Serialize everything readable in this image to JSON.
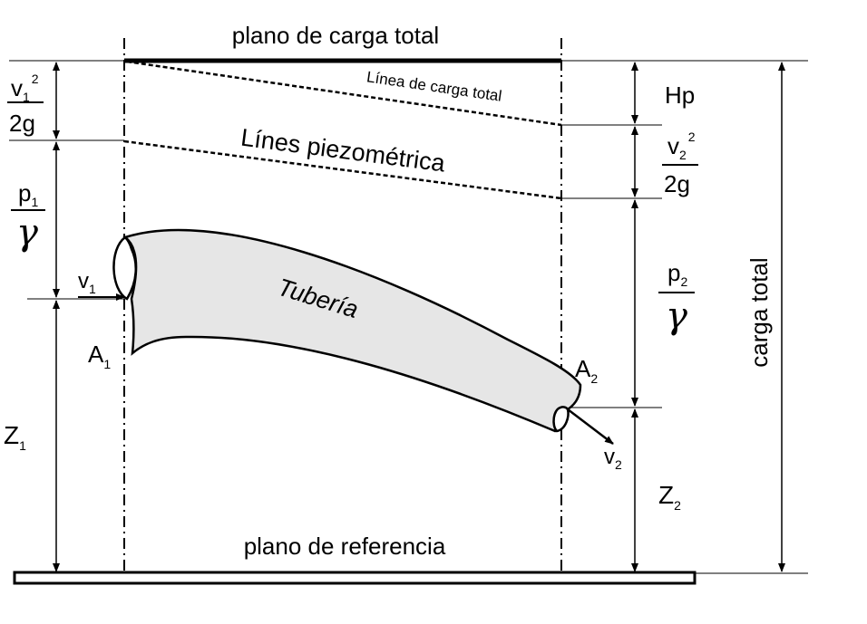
{
  "labels": {
    "top_plane": "plano de carga total",
    "ref_plane": "plano de referencia",
    "total_head_line": "Línea  de carga total",
    "piezo_line": "Línes piezométrica",
    "pipe": "Tubería",
    "total_head": "carga total",
    "hp": "Hp"
  },
  "symbols": {
    "v": "v",
    "sub1": "1",
    "sub2": "2",
    "sup2": "2",
    "g2": "2g",
    "p": "p",
    "gamma": "γ",
    "A": "A",
    "Z": "Z"
  }
}
